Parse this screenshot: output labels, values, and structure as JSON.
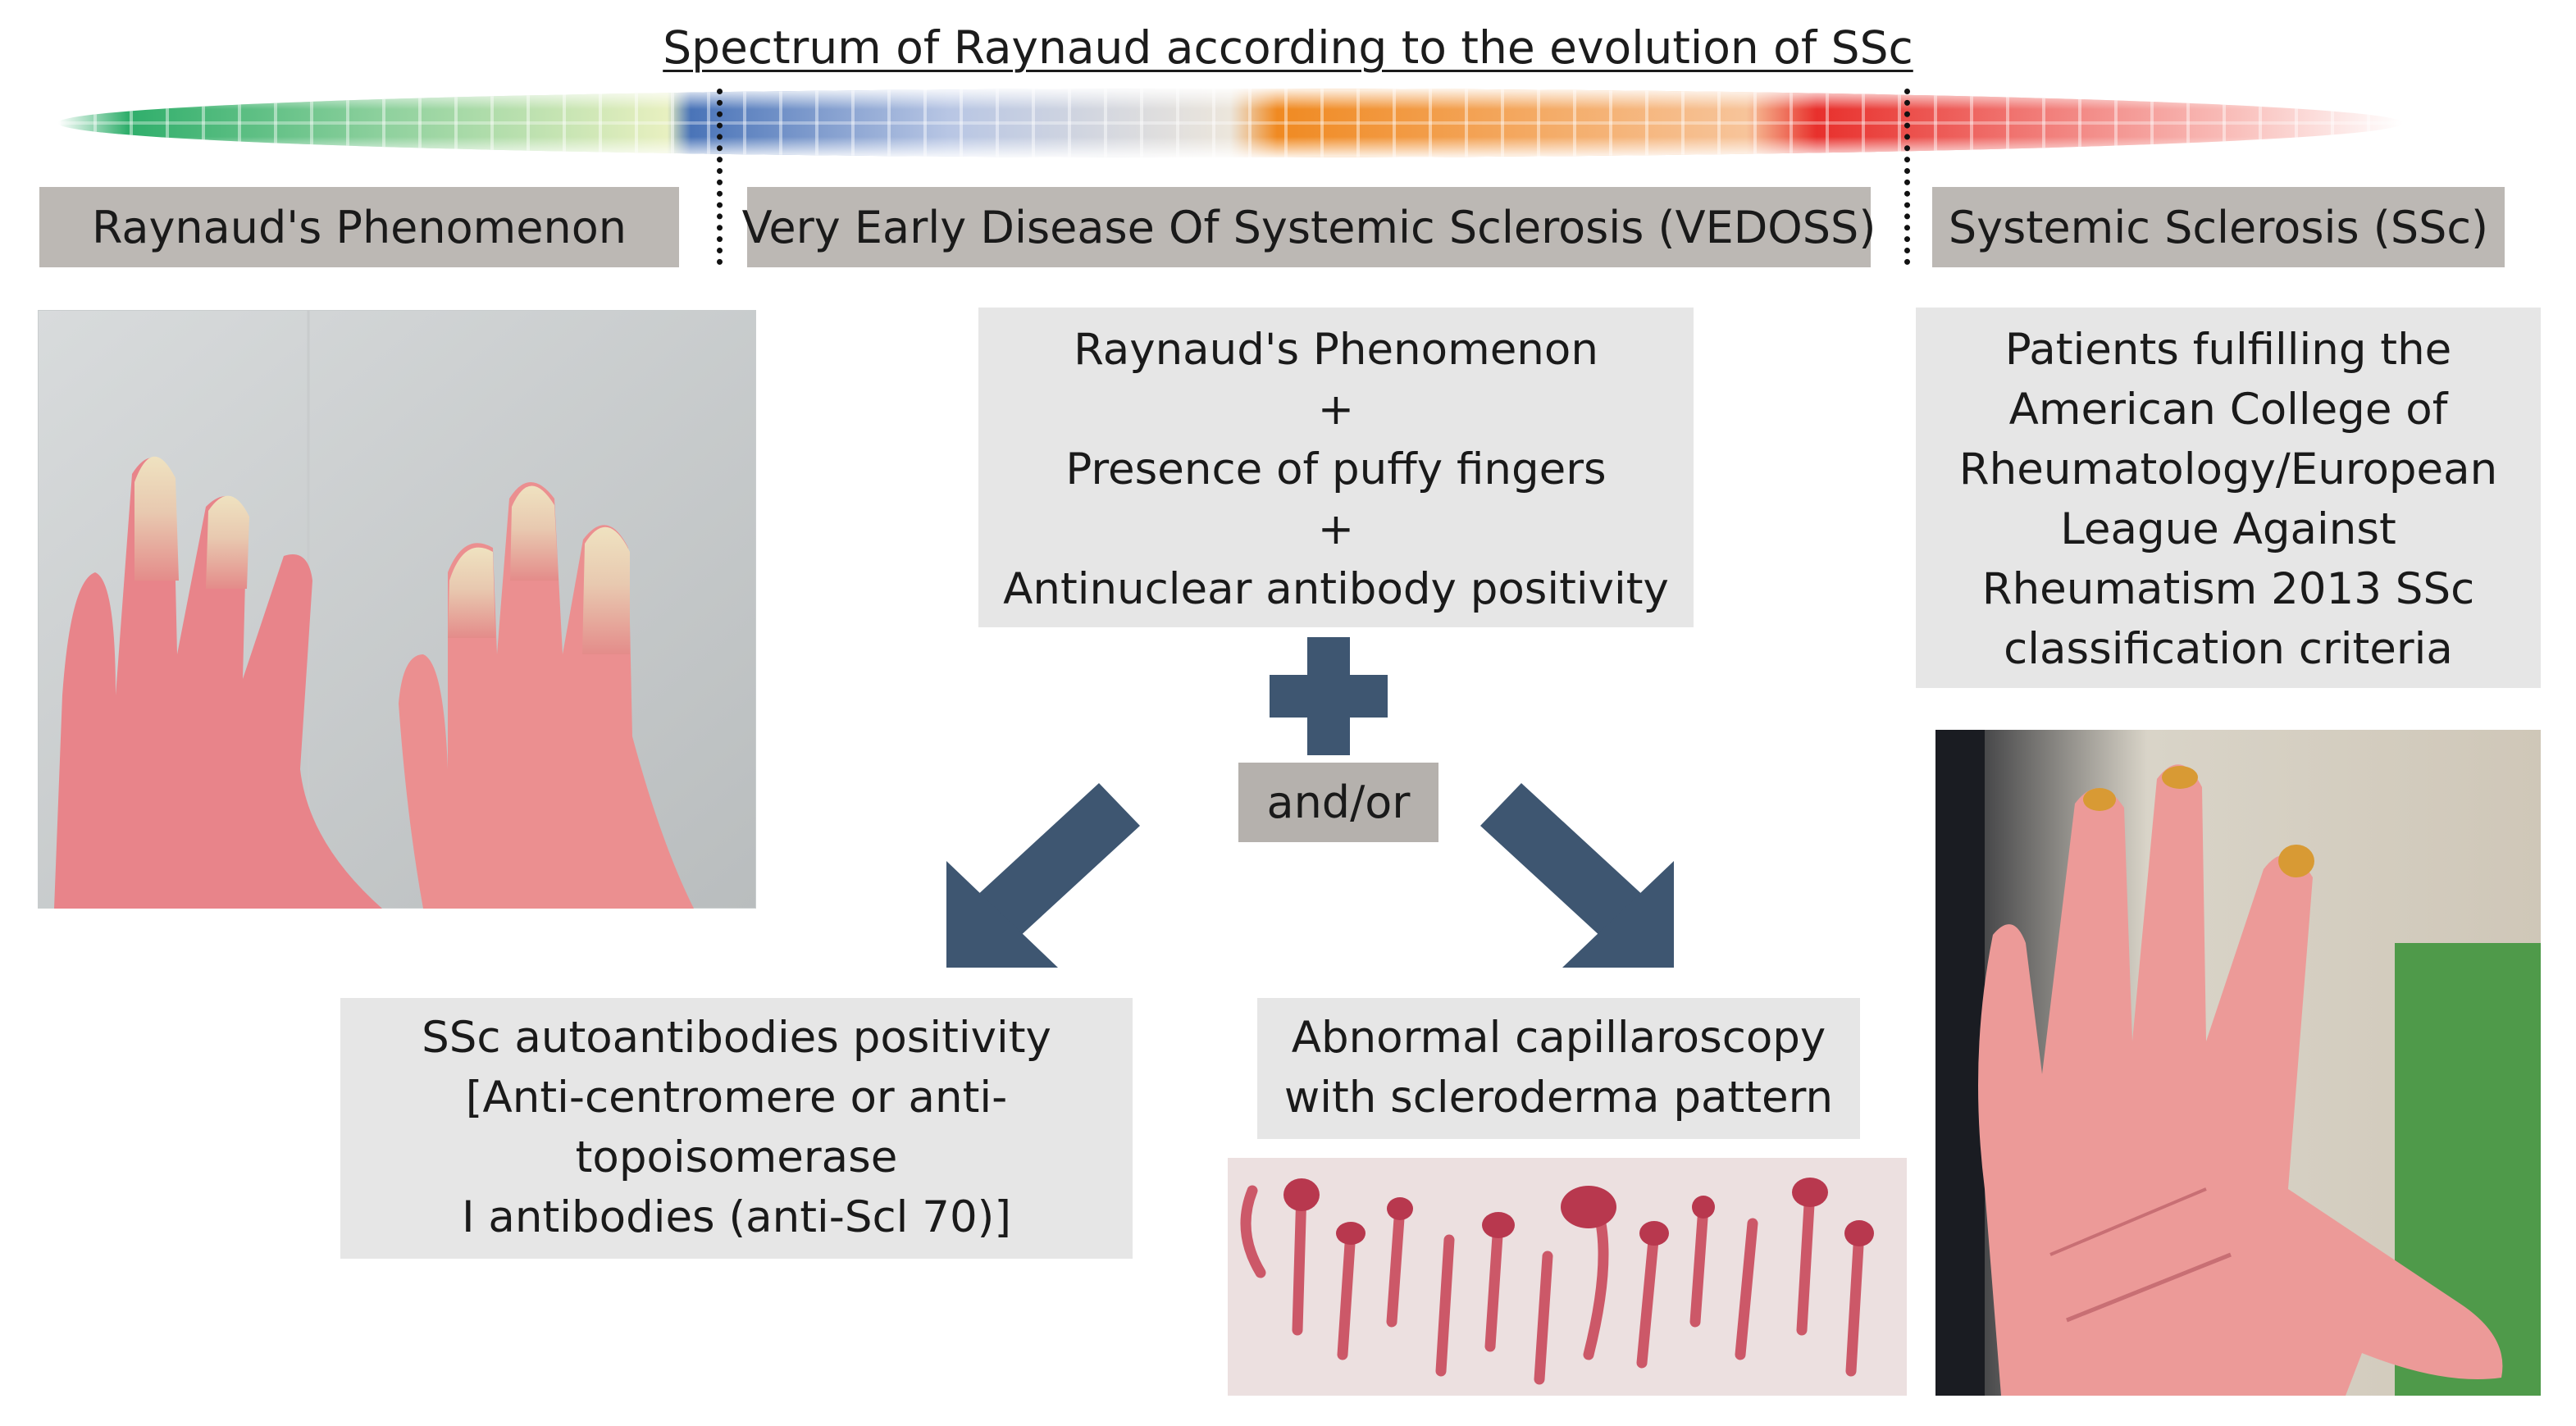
{
  "title": "Spectrum of Raynaud according to the evolution of SSc",
  "spectrum_colors": [
    "#2fae6b",
    "#8fd19e",
    "#e8f0c0",
    "#4a74b8",
    "#b8c6e4",
    "#f08a22",
    "#f7c49a",
    "#e8302c",
    "#f9c0bc"
  ],
  "phases": [
    {
      "label": "Raynaud's Phenomenon"
    },
    {
      "label": "Very Early Disease Of Systemic Sclerosis (VEDOSS)"
    },
    {
      "label": "Systemic Sclerosis (SSc)"
    }
  ],
  "vedoss_criteria": [
    "Raynaud's Phenomenon",
    "+",
    "Presence of puffy fingers",
    "+",
    "Antinuclear antibody positivity"
  ],
  "ssc_criteria": [
    "Patients fulfilling the",
    "American College of",
    "Rheumatology/European",
    "League Against",
    "Rheumatism 2013 SSc",
    "classification criteria"
  ],
  "connector": "and/or",
  "autoantibodies": [
    "SSc autoantibodies positivity",
    "[Anti-centromere or anti-",
    "topoisomerase",
    "I antibodies (anti-Scl 70)]"
  ],
  "capillaroscopy": [
    "Abnormal capillaroscopy",
    "with scleroderma pattern"
  ],
  "arrow_color": "#3e5671"
}
